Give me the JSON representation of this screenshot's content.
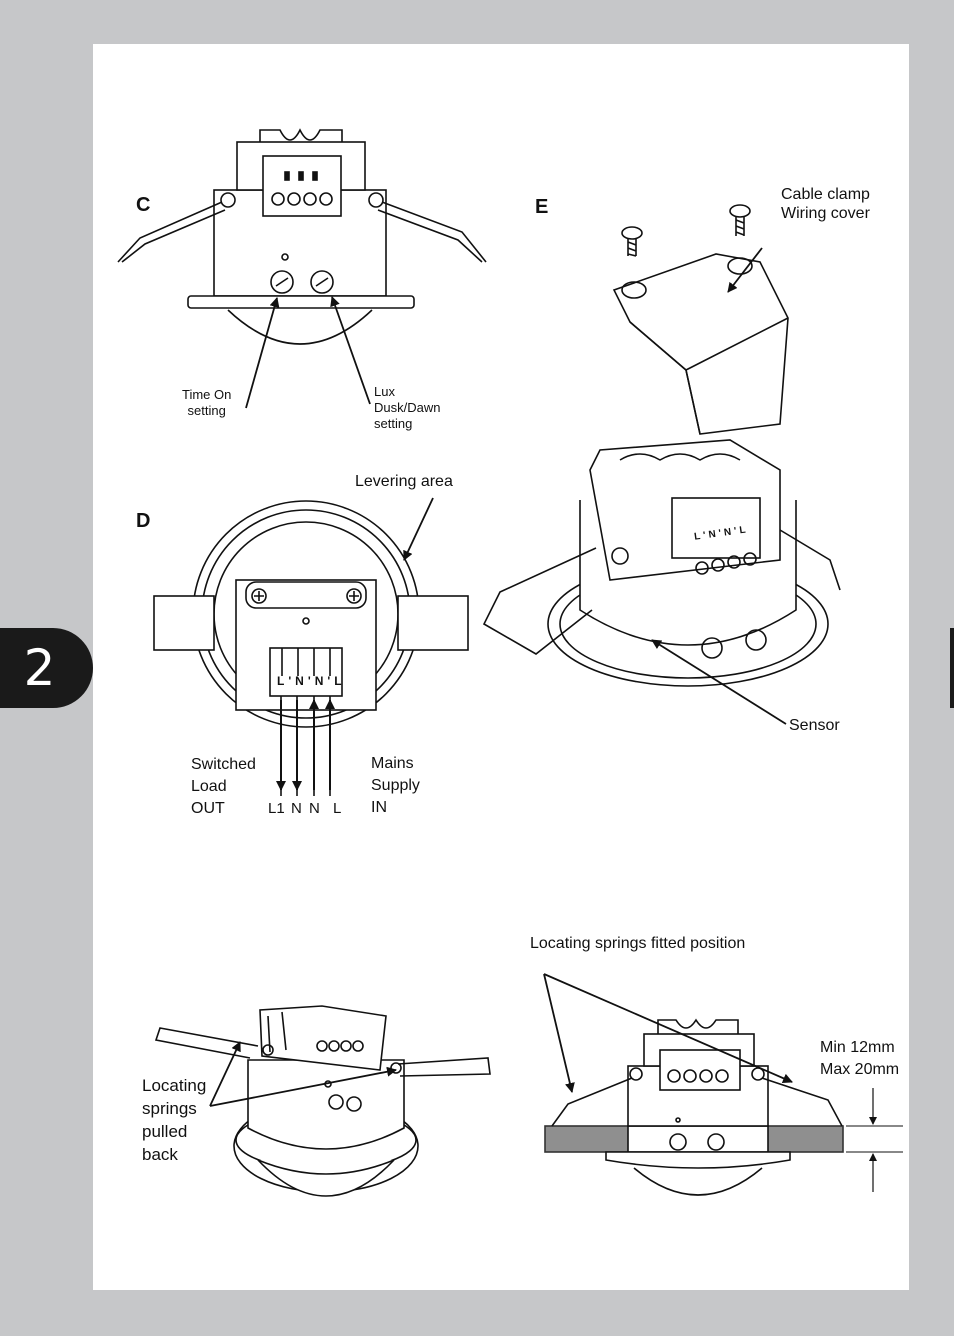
{
  "page_number": "2",
  "figures": {
    "C": {
      "letter": "C",
      "time_label": "Time On\nsetting",
      "lux_label": "Lux\nDusk/Dawn\nsetting"
    },
    "D": {
      "letter": "D",
      "levering_label": "Levering area",
      "terminals": "L'N'N'L",
      "switched_label": "Switched\nLoad\nOUT",
      "mains_label": "Mains\nSupply\nIN",
      "wire_labels": [
        "L1",
        "N",
        "N",
        "L"
      ]
    },
    "E": {
      "letter": "E",
      "cover_label": "Cable clamp\nWiring cover",
      "sensor_label": "Sensor",
      "terminals": "L'N'N'L"
    },
    "F": {
      "springs_label": "Locating\nsprings\npulled\nback"
    },
    "G": {
      "fitted_label": "Locating springs fitted position",
      "thickness_label": "Min 12mm\nMax 20mm"
    }
  },
  "colors": {
    "page_background": "#c6c7c9",
    "paper": "#ffffff",
    "line": "#111111",
    "ceiling": "#8f8f8f",
    "tab": "#1a1a1a"
  }
}
